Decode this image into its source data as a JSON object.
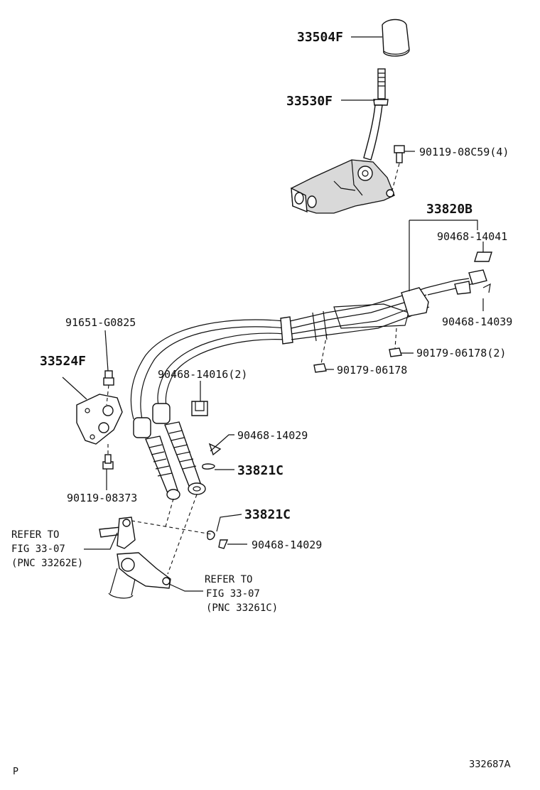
{
  "labels": {
    "knob": "33504F",
    "lever": "33530F",
    "bolt_top": "90119-08C59(4)",
    "cable_assy": "33820B",
    "clip_top": "90468-14041",
    "clip_right": "90468-14039",
    "nut_right": "90179-06178(2)",
    "nut_center": "90179-06178",
    "bolt_left_top": "91651-G0825",
    "bracket": "33524F",
    "retainer": "90468-14016(2)",
    "clip_mid": "90468-14029",
    "washer_mid": "33821C",
    "bolt_left_bottom": "90119-08373",
    "washer_low": "33821C",
    "clip_low": "90468-14029"
  },
  "refer_left": {
    "line1": "REFER TO",
    "line2": "FIG 33-07",
    "line3": "(PNC 33262E)"
  },
  "refer_right": {
    "line1": "REFER TO",
    "line2": "FIG 33-07",
    "line3": "(PNC 33261C)"
  },
  "footer": {
    "page_mark": "P",
    "figure_id": "332687A"
  }
}
